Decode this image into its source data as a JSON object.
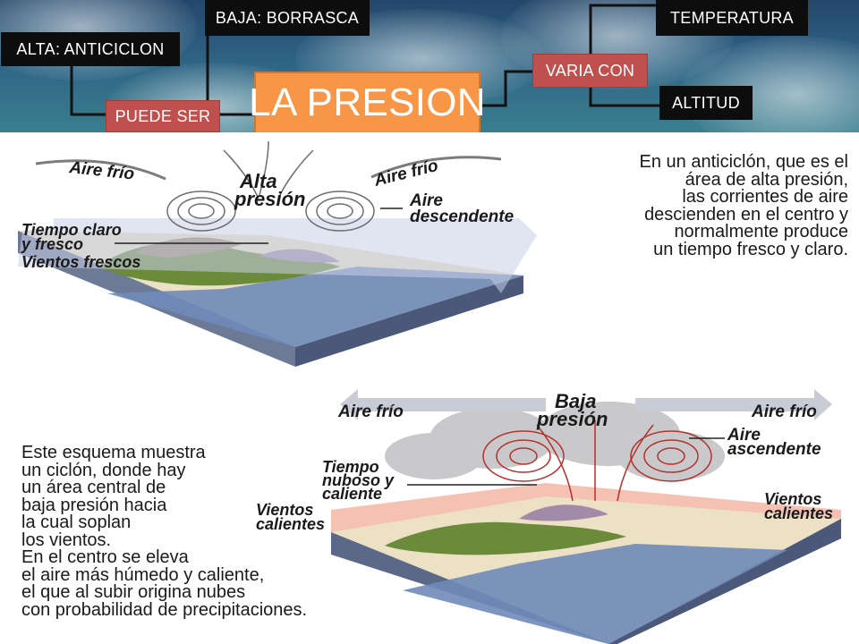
{
  "concept_map": {
    "main": "LA PRESION",
    "puede_ser": "PUEDE SER",
    "alta": "ALTA: ANTICICLON",
    "baja": "BAJA: BORRASCA",
    "varia_con": "VARIA CON",
    "temperatura": "TEMPERATURA",
    "altitud": "ALTITUD"
  },
  "anticyclone": {
    "title_line1": "Alta",
    "title_line2": "presión",
    "aire_frio_left": "Aire frío",
    "aire_frio_right": "Aire frío",
    "aire_descendente_1": "Aire",
    "aire_descendente_2": "descendente",
    "tiempo_1": "Tiempo claro",
    "tiempo_2": "y fresco",
    "vientos": "Vientos frescos",
    "description": [
      "En un anticiclón, que es el",
      "área de alta presión,",
      "las corrientes de aire",
      "descienden en el centro y",
      "normalmente produce",
      "un tiempo fresco y claro."
    ]
  },
  "cyclone": {
    "title_line1": "Baja",
    "title_line2": "presión",
    "aire_frio_left": "Aire frío",
    "aire_frio_right": "Aire frío",
    "aire_ascendente_1": "Aire",
    "aire_ascendente_2": "ascendente",
    "tiempo_1": "Tiempo",
    "tiempo_2": "nuboso y",
    "tiempo_3": "caliente",
    "vientos_left_1": "Vientos",
    "vientos_left_2": "calientes",
    "vientos_right_1": "Vientos",
    "vientos_right_2": "calientes",
    "description": [
      "Este esquema muestra",
      "un ciclón, donde hay",
      "un área central de",
      "baja presión hacia",
      "la cual soplan",
      "los vientos.",
      "En el centro se eleva",
      "el aire más húmedo y caliente,",
      "el que al subir origina nubes",
      "con probabilidad de precipitaciones."
    ]
  },
  "colors": {
    "dark_box": "#0d0d0d",
    "red_box": "#c0504d",
    "main_box": "#f79646",
    "connector": "#111111"
  }
}
